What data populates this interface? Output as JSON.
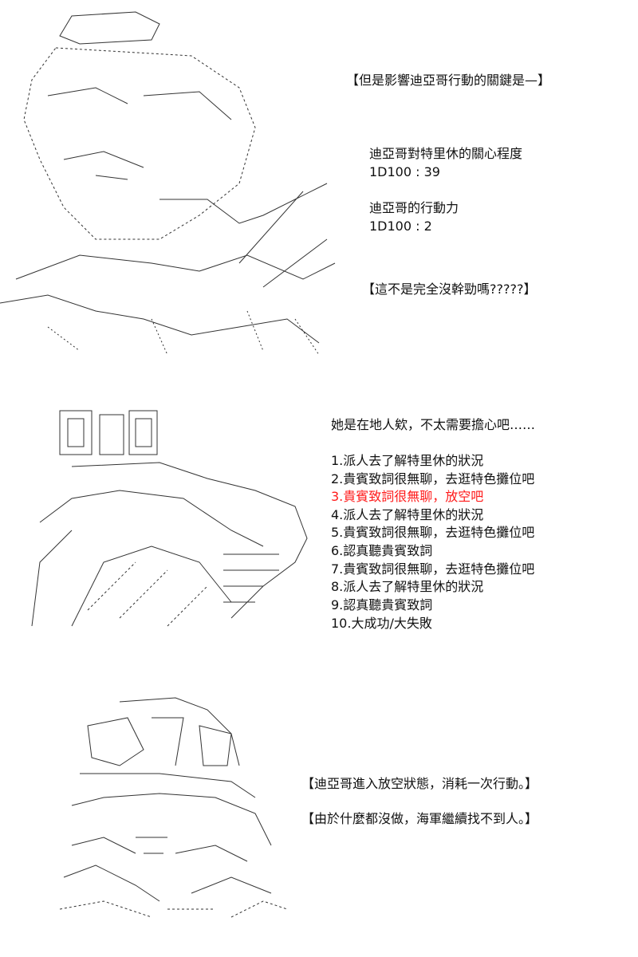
{
  "panel1": {
    "caption_top": "【但是影響迪亞哥行動的關鍵是—】",
    "roll1_label": "迪亞哥對特里休的關心程度",
    "roll1_value": "1D100 : 39",
    "roll2_label": "迪亞哥的行動力",
    "roll2_value": "1D100 :  2",
    "caption_bottom": "【這不是完全沒幹勁嗎?????】"
  },
  "panel2": {
    "intro": "她是在地人欸，不太需要擔心吧……",
    "options": [
      "1.派人去了解特里休的狀況",
      "2.貴賓致詞很無聊，去逛特色攤位吧",
      "3.貴賓致詞很無聊，放空吧",
      "4.派人去了解特里休的狀況",
      "5.貴賓致詞很無聊，去逛特色攤位吧",
      "6.認真聽貴賓致詞",
      "7.貴賓致詞很無聊，去逛特色攤位吧",
      "8.派人去了解特里休的狀況",
      "9.認真聽貴賓致詞",
      "10.大成功/大失敗"
    ],
    "selected_index": 2,
    "selected_color": "#ff1a1a"
  },
  "panel3": {
    "line1": "【迪亞哥進入放空狀態，消耗一次行動。】",
    "line2": "【由於什麼都沒做，海軍繼續找不到人。】"
  }
}
